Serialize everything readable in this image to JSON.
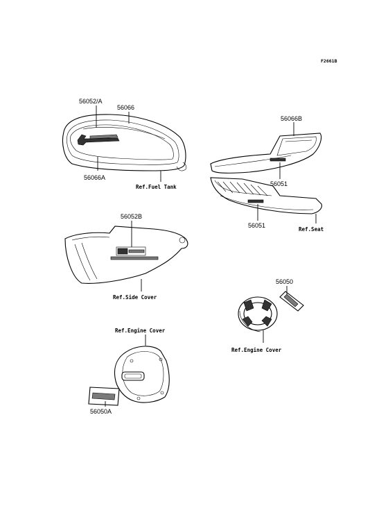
{
  "figure_code": "F2661B",
  "labels": {
    "tank_emblem_a": "56052/A",
    "tank_stripe": "56066",
    "tank_stripe_a": "56066A",
    "ref_fuel_tank": "Ref.Fuel Tank",
    "seat_stripe_b": "56066B",
    "seat_emblem_upper": "56051",
    "seat_emblem_lower": "56051",
    "ref_seat": "Ref.Seat",
    "side_emblem_b": "56052B",
    "ref_side_cover": "Ref.Side Cover",
    "ref_engine_cover_left": "Ref.Engine Cover",
    "engine_emblem_a": "56050A",
    "engine_emblem": "56050",
    "ref_engine_cover_right": "Ref.Engine Cover"
  }
}
